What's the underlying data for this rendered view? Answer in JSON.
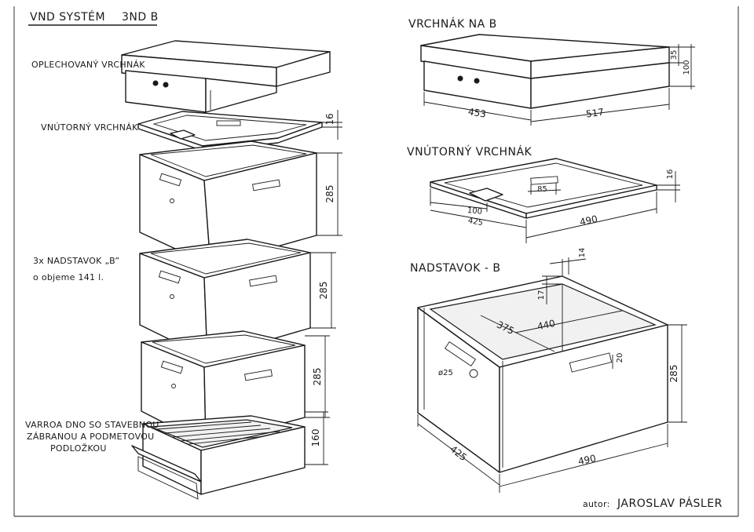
{
  "title": "VND SYSTÉM",
  "title_variant": "3ND B",
  "left_labels": {
    "outer_lid": "OPLECHOVANÝ VRCHNÁK",
    "inner_lid": "VNÚTORNÝ VRCHNÁK",
    "supers_line1": "3x NADSTAVOK „B”",
    "supers_line2": "o objeme 141 l.",
    "bottom_line1": "VARROA DNO SO STAVEBNOU",
    "bottom_line2": "ZÁBRANOU A PODMETOVOU",
    "bottom_line3": "PODLOŽKOU"
  },
  "left_dims": {
    "inner_lid_h": "16",
    "super1_h": "285",
    "super2_h": "285",
    "super3_h": "285",
    "bottom_h": "160"
  },
  "vrchnak": {
    "title": "VRCHNÁK NA B",
    "depth": "453",
    "width": "517",
    "rim": "35",
    "height": "100"
  },
  "inner_lid_detail": {
    "title": "VNÚTORNÝ VRCHNÁK",
    "slot": "85",
    "notch": "100",
    "depth": "425",
    "width": "490",
    "thickness": "16"
  },
  "nadstavok": {
    "title": "NADSTAVOK - B",
    "wall": "14",
    "rebate": "17",
    "inner_depth": "375",
    "inner_width": "440",
    "hole": "ø25",
    "handle": "20",
    "height": "285",
    "depth": "425",
    "width": "490"
  },
  "author_label": "autor:",
  "author_name": "JAROSLAV PÁSLER"
}
